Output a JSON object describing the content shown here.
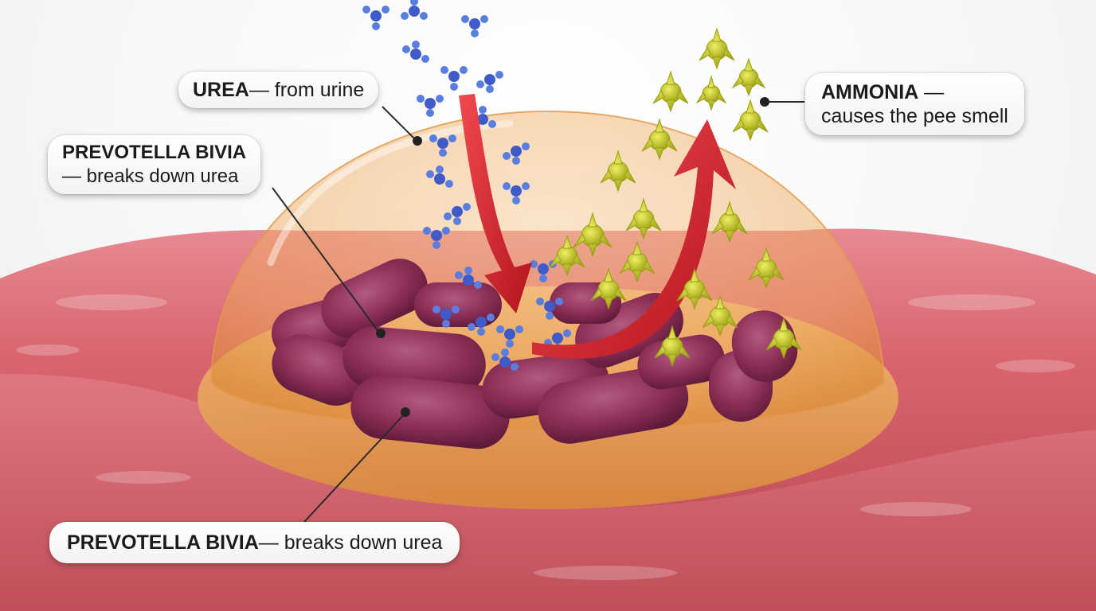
{
  "callouts": {
    "urea": {
      "term": "UREA",
      "desc": " — from urine"
    },
    "ammonia": {
      "term": "AMMONIA",
      "dash": " —",
      "desc": "causes the pee smell"
    },
    "prevotella_top": {
      "term": "PREVOTELLA BIVIA",
      "desc": "— breaks down urea"
    },
    "prevotella_bottom": {
      "term": "PREVOTELLA BIVIA",
      "desc": " — breaks down urea"
    }
  },
  "colors": {
    "tissue": "#d9636e",
    "tissue_dark": "#b5454f",
    "biofilm": "#f3b46d",
    "bacteria": "#8a2d55",
    "urea_molecule": "#3f5bc9",
    "ammonia_molecule": "#c8cf1e",
    "arrow": "#d9202a"
  }
}
